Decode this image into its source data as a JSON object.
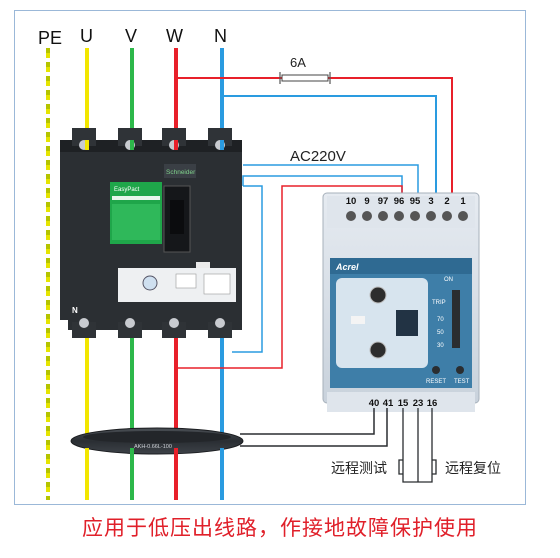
{
  "phase_labels": {
    "pe": "PE",
    "u": "U",
    "v": "V",
    "w": "W",
    "n": "N"
  },
  "fuse_label": "6A",
  "supply_label": "AC220V",
  "relay": {
    "top_terminals": [
      "10",
      "9",
      "97",
      "96",
      "95",
      "3",
      "2",
      "1"
    ],
    "bottom_terminals": [
      "40",
      "41",
      "15",
      "23",
      "16"
    ],
    "brand": "Acrel",
    "on_label": "ON",
    "trip_label": "TRIP",
    "scale": [
      "70",
      "50",
      "30"
    ],
    "reset_label": "RESET",
    "test_label": "TEST"
  },
  "breaker": {
    "brand": "Schneider",
    "model": "EasyPact",
    "n_label": "N"
  },
  "ct_label": "AKH-0.66L-100",
  "remote_test_label": "远程测试",
  "remote_reset_label": "远程复位",
  "caption": "应用于低压出线路，作接地故障保护使用",
  "colors": {
    "pe": "#d8d800",
    "u": "#f2e600",
    "v": "#2db84a",
    "w": "#e8202a",
    "n": "#2a9be0",
    "signal": "#9ec8ef",
    "caption": "#e0202a"
  }
}
